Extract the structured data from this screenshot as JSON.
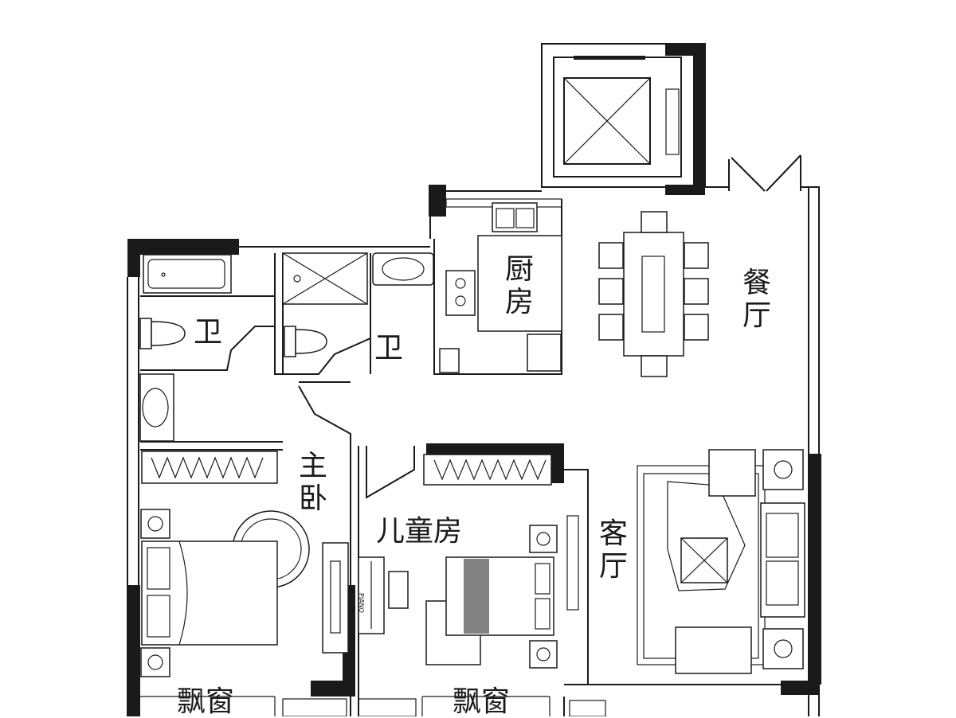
{
  "rooms": {
    "bath_left": "卫",
    "bath_right": "卫",
    "kitchen": "厨房",
    "dining": "餐厅",
    "master_bedroom": "主卧",
    "kids_room": "儿童房",
    "living_room": "客厅",
    "bay_window_left": "飘窗",
    "bay_window_right": "飘窗"
  },
  "furniture": {
    "piano_text": "PIANO"
  },
  "colors": {
    "wall": "#1a1a1a",
    "background": "#ffffff"
  }
}
